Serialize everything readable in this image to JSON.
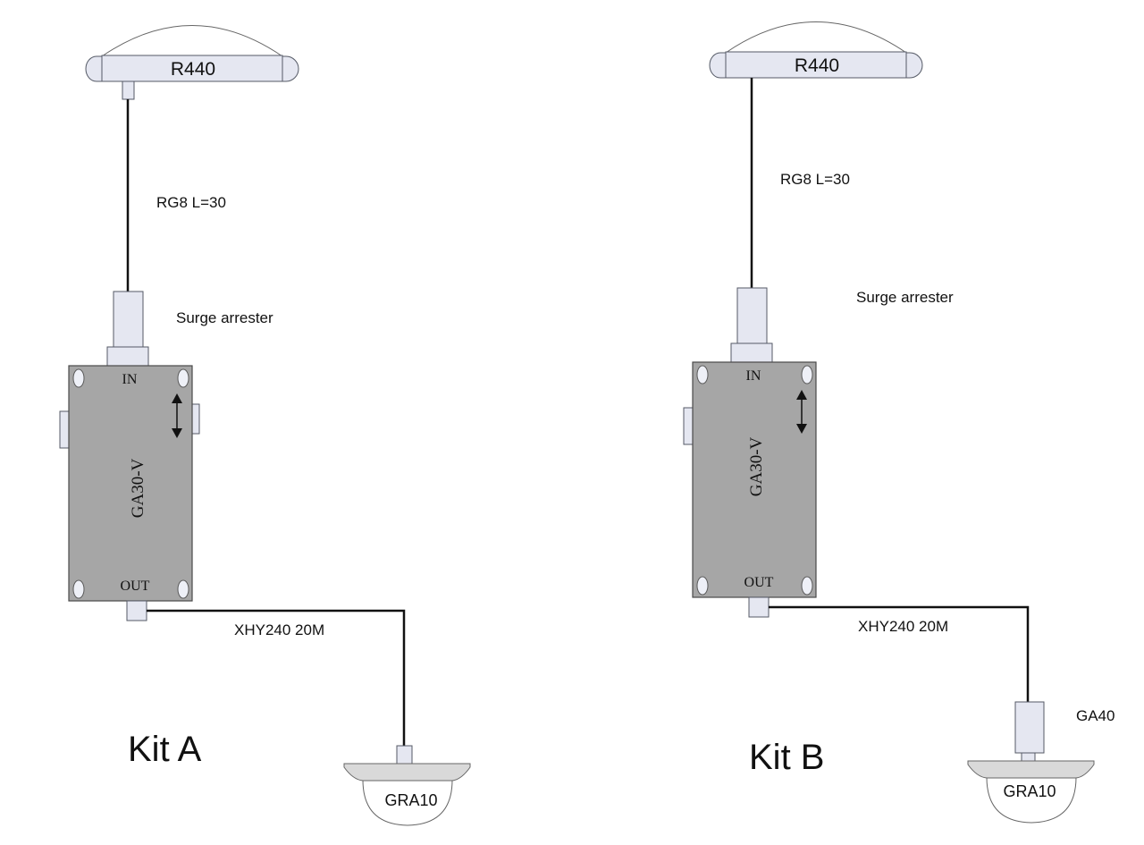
{
  "kits": [
    {
      "title": "Kit A",
      "antenna_label": "R440",
      "cable_top_label": "RG8 L=30",
      "surge_label": "Surge arrester",
      "device_label": "GA30-V",
      "in_label": "IN",
      "out_label": "OUT",
      "cable_bottom_label": "XHY240 20M",
      "receiver_label": "GRA10"
    },
    {
      "title": "Kit B",
      "antenna_label": "R440",
      "cable_top_label": "RG8 L=30",
      "surge_label": "Surge arrester",
      "device_label": "GA30-V",
      "in_label": "IN",
      "out_label": "OUT",
      "cable_bottom_label": "XHY240 20M",
      "receiver_label": "GRA10",
      "amplifier_label": "GA40"
    }
  ],
  "colors": {
    "device_body": "#a6a6a6",
    "connector": "#e5e7f1",
    "cable": "#111111"
  }
}
